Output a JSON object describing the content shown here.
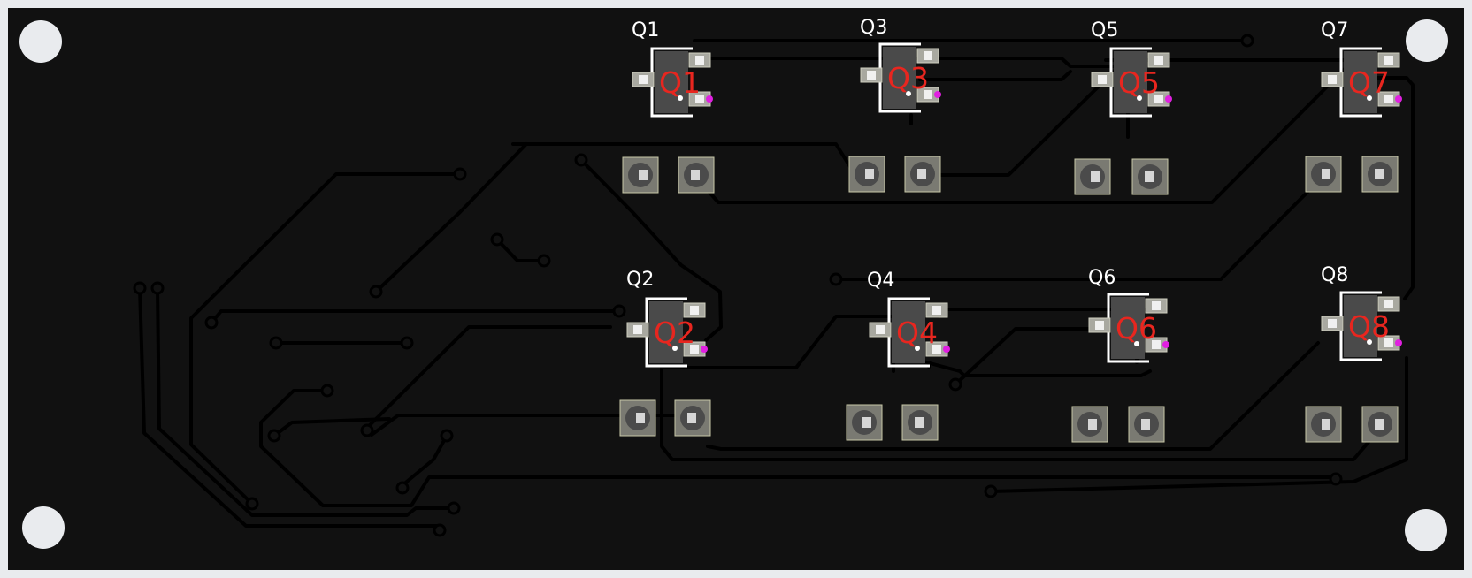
{
  "board": {
    "background": "#111111",
    "trace_color": "#000000",
    "silkscreen_color": "#ffffff",
    "designator_color": "#e8261f",
    "pin1_marker_color": "#e020e0",
    "pad_color": "#b8b8b8"
  },
  "components": [
    {
      "ref": "Q1",
      "silkscreen": "Q1",
      "designator": "Q1"
    },
    {
      "ref": "Q2",
      "silkscreen": "Q2",
      "designator": "Q2"
    },
    {
      "ref": "Q3",
      "silkscreen": "Q3",
      "designator": "Q3"
    },
    {
      "ref": "Q4",
      "silkscreen": "Q4",
      "designator": "Q4"
    },
    {
      "ref": "Q5",
      "silkscreen": "Q5",
      "designator": "Q5"
    },
    {
      "ref": "Q6",
      "silkscreen": "Q6",
      "designator": "Q6"
    },
    {
      "ref": "Q7",
      "silkscreen": "Q7",
      "designator": "Q7"
    },
    {
      "ref": "Q8",
      "silkscreen": "Q8",
      "designator": "Q8"
    }
  ]
}
